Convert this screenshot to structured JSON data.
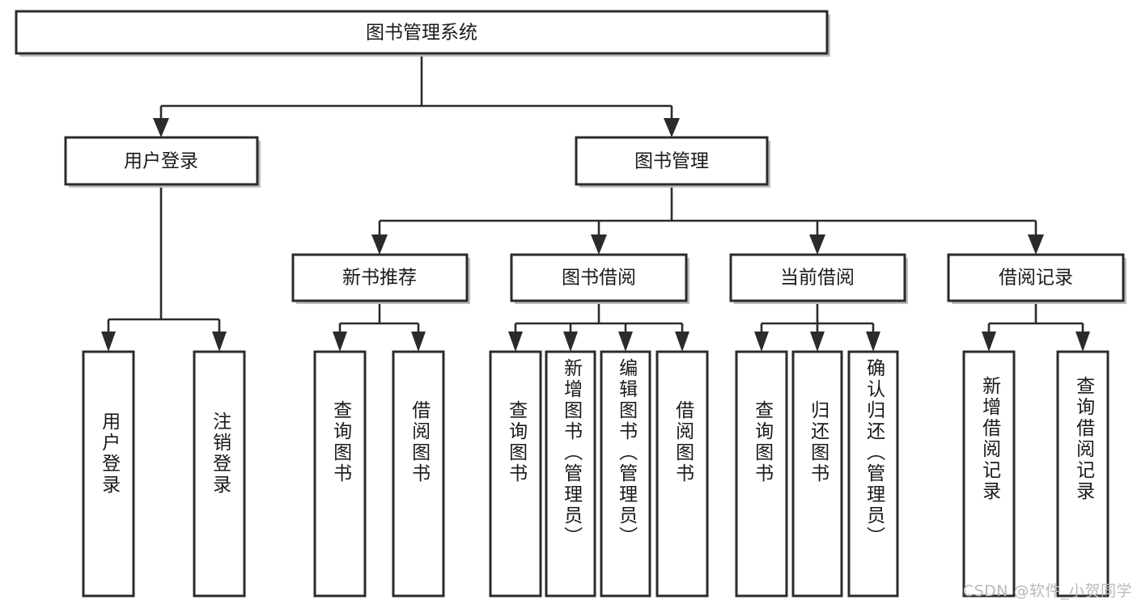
{
  "diagram": {
    "type": "tree",
    "title": "图书管理系统",
    "watermark": "CSDN @软件_小贺同学",
    "colors": {
      "box_stroke": "#2b2b2b",
      "box_fill": "#ffffff",
      "connector": "#2b2b2b",
      "background": "#ffffff",
      "watermark": "#b9b9b9"
    },
    "levels": {
      "root": {
        "label": "图书管理系统"
      },
      "level2": [
        {
          "label": "用户登录"
        },
        {
          "label": "图书管理"
        }
      ],
      "level3": [
        {
          "label": "新书推荐"
        },
        {
          "label": "图书借阅"
        },
        {
          "label": "当前借阅"
        },
        {
          "label": "借阅记录"
        }
      ],
      "leaves": [
        {
          "label": "用户登录",
          "parent": "用户登录"
        },
        {
          "label": "注销登录",
          "parent": "用户登录"
        },
        {
          "label": "查询图书",
          "parent": "新书推荐"
        },
        {
          "label": "借阅图书",
          "parent": "新书推荐"
        },
        {
          "label": "查询图书",
          "parent": "图书借阅"
        },
        {
          "label": "新增图书（管理员）",
          "parent": "图书借阅"
        },
        {
          "label": "编辑图书（管理员）",
          "parent": "图书借阅"
        },
        {
          "label": "借阅图书",
          "parent": "图书借阅"
        },
        {
          "label": "查询图书",
          "parent": "当前借阅"
        },
        {
          "label": "归还图书",
          "parent": "当前借阅"
        },
        {
          "label": "确认归还（管理员）",
          "parent": "当前借阅"
        },
        {
          "label": "新增借阅记录",
          "parent": "借阅记录"
        },
        {
          "label": "查询借阅记录",
          "parent": "借阅记录"
        }
      ]
    }
  }
}
